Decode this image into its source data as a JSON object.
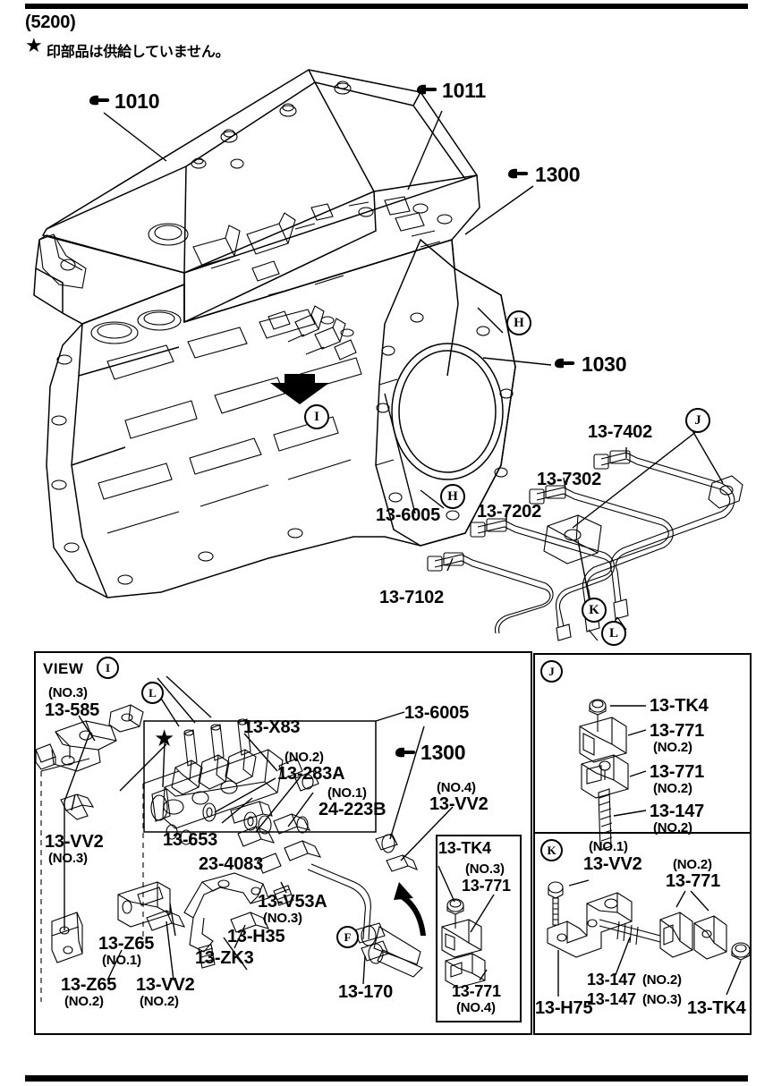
{
  "page": {
    "section_code": "(5200)",
    "note_star": "★",
    "note_text": "印部品は供給していません。"
  },
  "main_diagram": {
    "name": "engine-block-assembly",
    "reference_callouts": [
      {
        "id": "ref-1010",
        "label": "1010",
        "icon": "pointing-hand-icon"
      },
      {
        "id": "ref-1011",
        "label": "1011",
        "icon": "pointing-hand-icon"
      },
      {
        "id": "ref-1300",
        "label": "1300",
        "icon": "pointing-hand-icon"
      },
      {
        "id": "ref-1030",
        "label": "1030",
        "icon": "pointing-hand-icon"
      }
    ],
    "part_labels": [
      {
        "id": "main-13-6005",
        "number": "13-6005"
      },
      {
        "id": "main-13-7402",
        "number": "13-7402"
      },
      {
        "id": "main-13-7302",
        "number": "13-7302"
      },
      {
        "id": "main-13-7202",
        "number": "13-7202"
      },
      {
        "id": "main-13-7102",
        "number": "13-7102"
      }
    ],
    "detail_markers": [
      {
        "id": "marker-h-upper",
        "letter": "H"
      },
      {
        "id": "marker-h-lower",
        "letter": "H"
      },
      {
        "id": "marker-i",
        "letter": "I"
      },
      {
        "id": "marker-j",
        "letter": "J"
      },
      {
        "id": "marker-k",
        "letter": "K"
      },
      {
        "id": "marker-l",
        "letter": "L"
      }
    ]
  },
  "view_panel": {
    "title": "VIEW",
    "marker": "I",
    "marker_l": "L",
    "marker_f": "F",
    "star": "★",
    "callout_1300": {
      "label": "1300",
      "icon": "pointing-hand-icon"
    },
    "parts": [
      {
        "id": "vp-13-585",
        "number": "13-585",
        "qualifier": "(NO.3)"
      },
      {
        "id": "vp-13-vv2-3",
        "number": "13-VV2",
        "qualifier": "(NO.3)"
      },
      {
        "id": "vp-13-x83",
        "number": "13-X83",
        "qualifier": ""
      },
      {
        "id": "vp-13-6005",
        "number": "13-6005",
        "qualifier": ""
      },
      {
        "id": "vp-13-283a",
        "number": "13-283A",
        "qualifier": "(NO.2)"
      },
      {
        "id": "vp-24-223b",
        "number": "24-223B",
        "qualifier": "(NO.1)"
      },
      {
        "id": "vp-13-vv2-4",
        "number": "13-VV2",
        "qualifier": "(NO.4)"
      },
      {
        "id": "vp-13-653",
        "number": "13-653",
        "qualifier": ""
      },
      {
        "id": "vp-23-4083",
        "number": "23-4083",
        "qualifier": ""
      },
      {
        "id": "vp-13-v53a",
        "number": "13-V53A",
        "qualifier": "(NO.3)"
      },
      {
        "id": "vp-13-h35",
        "number": "13-H35",
        "qualifier": ""
      },
      {
        "id": "vp-13-zk3",
        "number": "13-ZK3",
        "qualifier": ""
      },
      {
        "id": "vp-13-z65-1",
        "number": "13-Z65",
        "qualifier": "(NO.1)"
      },
      {
        "id": "vp-13-z65-2",
        "number": "13-Z65",
        "qualifier": "(NO.2)"
      },
      {
        "id": "vp-13-vv2-2",
        "number": "13-VV2",
        "qualifier": "(NO.2)"
      },
      {
        "id": "vp-13-170",
        "number": "13-170",
        "qualifier": ""
      }
    ]
  },
  "inset_f": {
    "parts": [
      {
        "id": "if-13-tk4",
        "number": "13-TK4",
        "qualifier": ""
      },
      {
        "id": "if-13-771-3",
        "number": "13-771",
        "qualifier": "(NO.3)"
      },
      {
        "id": "if-13-771-4",
        "number": "13-771",
        "qualifier": "(NO.4)"
      }
    ]
  },
  "panel_j": {
    "marker": "J",
    "parts": [
      {
        "id": "pj-13-tk4",
        "number": "13-TK4",
        "qualifier": ""
      },
      {
        "id": "pj-13-771-a",
        "number": "13-771",
        "qualifier": "(NO.2)"
      },
      {
        "id": "pj-13-771-b",
        "number": "13-771",
        "qualifier": "(NO.2)"
      },
      {
        "id": "pj-13-147",
        "number": "13-147",
        "qualifier": "(NO.2)"
      }
    ]
  },
  "panel_k": {
    "marker": "K",
    "parts": [
      {
        "id": "pk-13-vv2",
        "number": "13-VV2",
        "qualifier": "(NO.1)"
      },
      {
        "id": "pk-13-771",
        "number": "13-771",
        "qualifier": "(NO.2)"
      },
      {
        "id": "pk-13-147-2",
        "number": "13-147",
        "qualifier": "(NO.2)"
      },
      {
        "id": "pk-13-147-3",
        "number": "13-147",
        "qualifier": "(NO.3)"
      },
      {
        "id": "pk-13-h75",
        "number": "13-H75",
        "qualifier": ""
      },
      {
        "id": "pk-13-tk4",
        "number": "13-TK4",
        "qualifier": ""
      }
    ]
  }
}
